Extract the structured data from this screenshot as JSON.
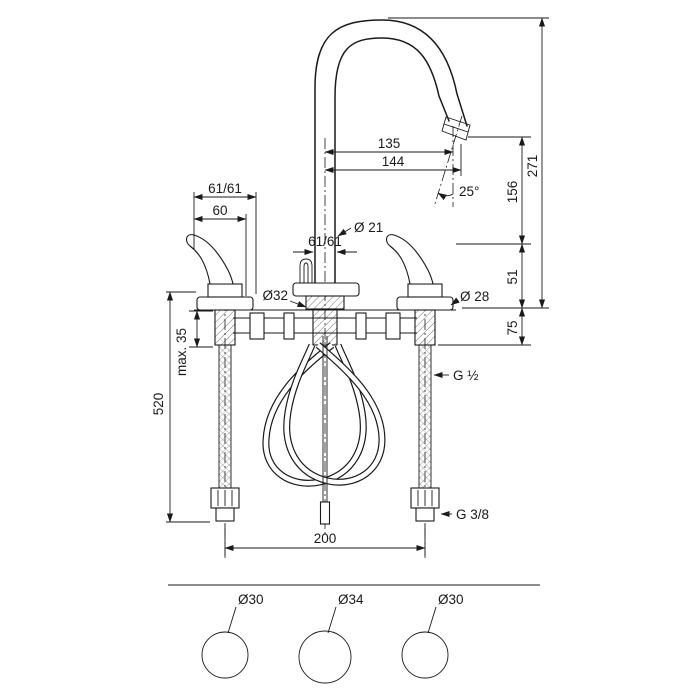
{
  "drawing": {
    "title": "three-hole basin mixer dimensional drawing",
    "labels": {
      "d135": "135",
      "d144": "144",
      "angle": "25°",
      "dia21": "Ø 21",
      "center_spread": "61/61",
      "left_spread": "61/61",
      "d60": "60",
      "dia32": "Ø32",
      "dia28": "Ø 28",
      "d271": "271",
      "d156": "156",
      "d51": "51",
      "d75": "75",
      "max35": "max. 35",
      "d520": "520",
      "g_half": "G ½",
      "g_three_eighths": "G 3/8",
      "d200": "200",
      "hole_left": "Ø30",
      "hole_center": "Ø34",
      "hole_right": "Ø30"
    }
  }
}
